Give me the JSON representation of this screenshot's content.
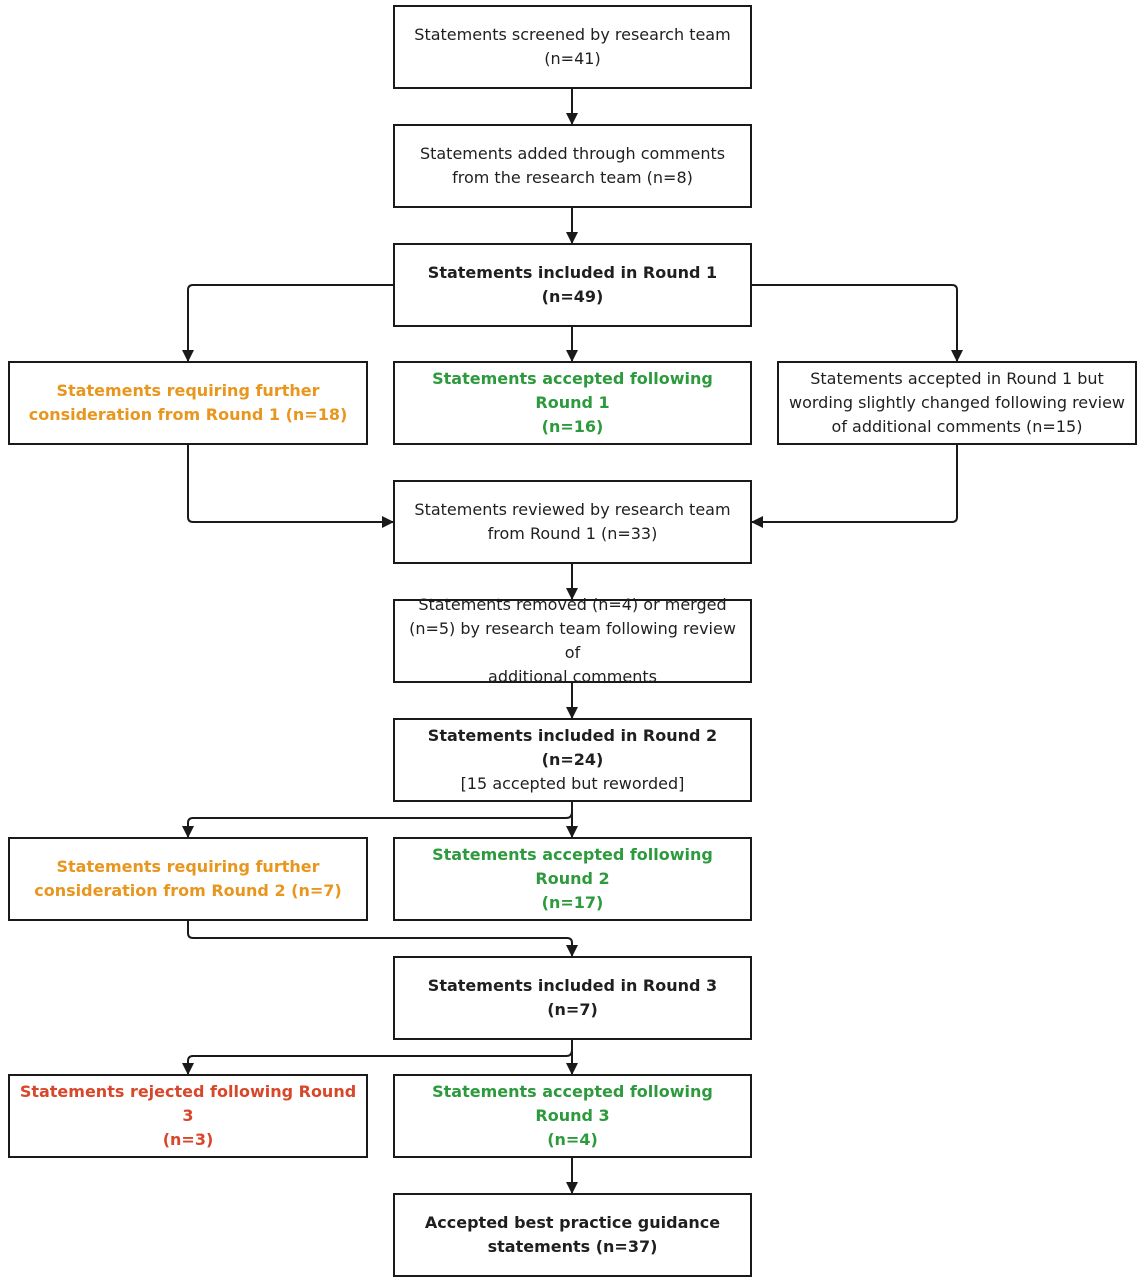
{
  "boxes": {
    "screened": {
      "lines": [
        "Statements screened by research team",
        "(n=41)"
      ]
    },
    "added": {
      "lines": [
        "Statements added through comments",
        "from the research team (n=8)"
      ]
    },
    "round1_included": {
      "lines": [
        "Statements included in Round 1 (n=49)"
      ]
    },
    "round1_further": {
      "lines": [
        "Statements requiring further",
        "consideration from Round 1 (n=18)"
      ]
    },
    "round1_accepted": {
      "lines": [
        "Statements accepted following Round 1",
        "(n=16)"
      ]
    },
    "round1_reworded": {
      "lines": [
        "Statements accepted in Round 1 but",
        "wording slightly changed following review",
        "of additional comments (n=15)"
      ]
    },
    "reviewed": {
      "lines": [
        "Statements reviewed by research team",
        "from Round 1 (n=33)"
      ]
    },
    "removed": {
      "lines": [
        "Statements removed (n=4) or merged",
        "(n=5) by research team following review of",
        "additional comments"
      ]
    },
    "round2_included": {
      "lines": [
        "Statements included in Round 2 (n=24)",
        "[15 accepted but reworded]"
      ]
    },
    "round2_further": {
      "lines": [
        "Statements requiring further",
        "consideration from Round 2 (n=7)"
      ]
    },
    "round2_accepted": {
      "lines": [
        "Statements accepted following Round 2",
        "(n=17)"
      ]
    },
    "round3_included": {
      "lines": [
        "Statements included in Round 3 (n=7)"
      ]
    },
    "round3_rejected": {
      "lines": [
        "Statements rejected following Round 3",
        "(n=3)"
      ]
    },
    "round3_accepted": {
      "lines": [
        "Statements accepted following Round 3",
        "(n=4)"
      ]
    },
    "final": {
      "lines": [
        "Accepted best practice guidance",
        "statements (n=37)"
      ]
    }
  },
  "colors": {
    "orange": "#e8961e",
    "green": "#2e9a3e",
    "red": "#d9472b",
    "line": "#1a1a1a"
  }
}
